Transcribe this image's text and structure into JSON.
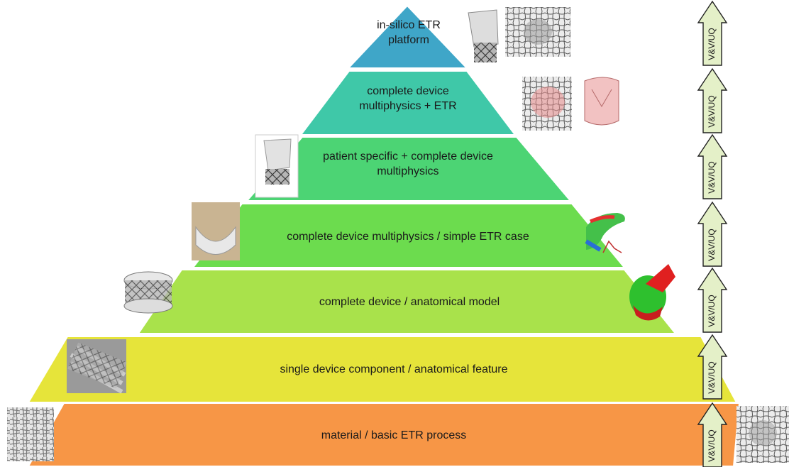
{
  "levels": [
    {
      "line1": "material / basic ETR process",
      "line2": "",
      "color": "#F79646"
    },
    {
      "line1": "single device component / anatomical feature",
      "line2": "",
      "color": "#E6E43A"
    },
    {
      "line1": "complete device / anatomical model",
      "line2": "",
      "color": "#A9E24B"
    },
    {
      "line1": "complete device multiphysics / simple ETR case",
      "line2": "",
      "color": "#6CDC4E"
    },
    {
      "line1": "patient specific + complete device",
      "line2": "multiphysics",
      "color": "#4CD474"
    },
    {
      "line1": "complete device",
      "line2": "multiphysics + ETR",
      "color": "#3FC8A8"
    },
    {
      "line1": "in-silico ETR",
      "line2": "platform",
      "color": "#3FA6C8"
    }
  ],
  "arrow_label": "V&V/UQ",
  "arrow_color": "#E4F0C8"
}
